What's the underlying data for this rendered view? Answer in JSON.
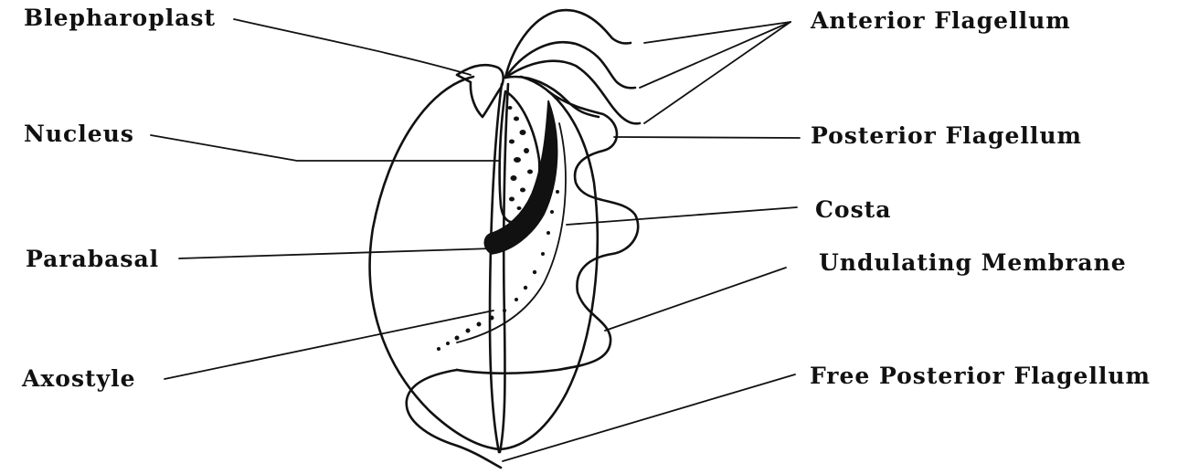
{
  "labels": {
    "blepharoplast": "Blepharoplast",
    "nucleus": "Nucleus",
    "parabasal": "Parabasal",
    "axostyle": "Axostyle",
    "anterior_flagellum": "Anterior Flagellum",
    "posterior_flagellum": "Posterior Flagellum",
    "costa": "Costa",
    "undulating_membrane": "Undulating Membrane",
    "free_posterior_flagellum": "Free Posterior Flagellum"
  },
  "colors": {
    "ink": "#111111",
    "background": "#ffffff"
  }
}
